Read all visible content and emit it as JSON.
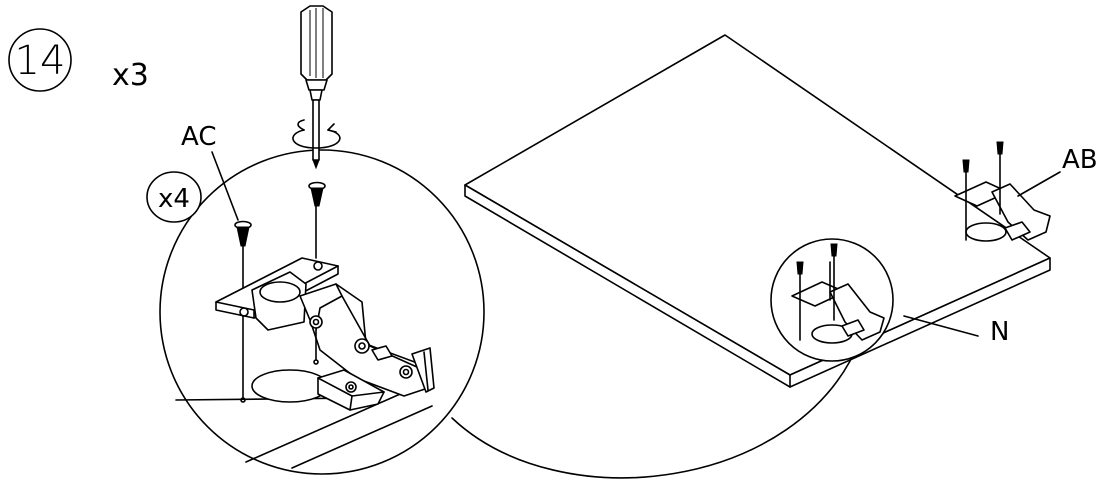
{
  "step": {
    "number": "14",
    "quantity": "x3"
  },
  "labels": {
    "screw_part": "AC",
    "screw_count": "x4",
    "hinge_part": "AB",
    "panel_part": "N"
  },
  "icons": {
    "tool": "screwdriver-icon",
    "action": "rotate-arrow-icon"
  },
  "colors": {
    "line": "#000000",
    "background": "#ffffff"
  }
}
